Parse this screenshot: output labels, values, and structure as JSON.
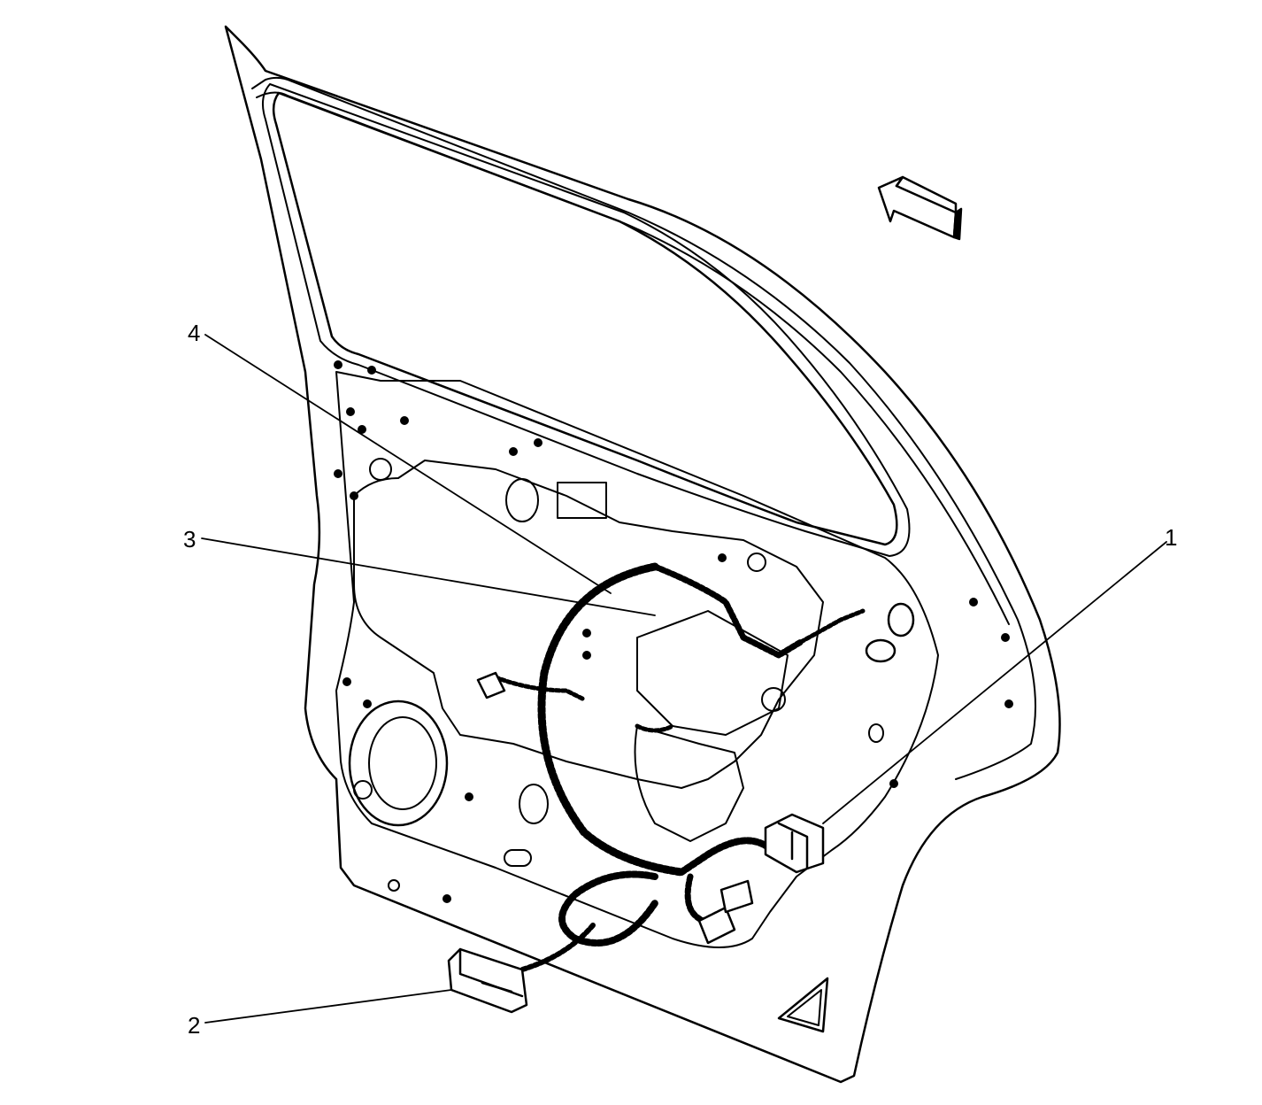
{
  "callouts": [
    {
      "id": "callout-1",
      "text": "1"
    },
    {
      "id": "callout-2",
      "text": "2"
    },
    {
      "id": "callout-3",
      "text": "3"
    },
    {
      "id": "callout-4",
      "text": "4"
    }
  ],
  "colors": {
    "line": "#000000",
    "background": "#ffffff"
  },
  "icons": [
    "direction-arrow-icon"
  ]
}
